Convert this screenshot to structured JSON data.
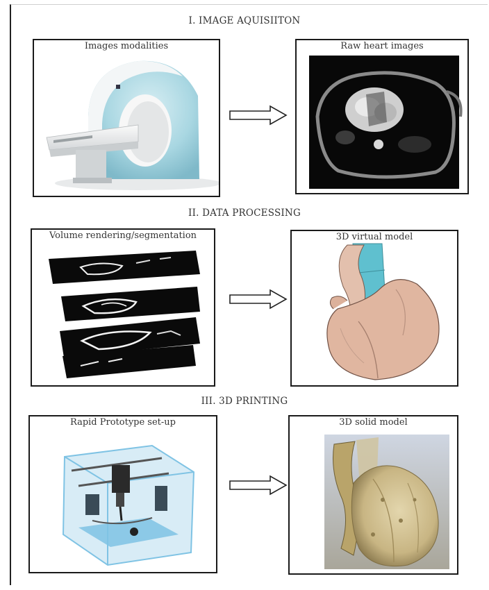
{
  "sections": [
    {
      "heading": "I. IMAGE AQUISIITON",
      "left_title": "Images modalities",
      "left_image": "mri-scanner-photo",
      "right_title": "Raw heart images",
      "right_image": "cardiac-mri-slice"
    },
    {
      "heading": "II. DATA PROCESSING",
      "left_title": "Volume rendering/segmentation",
      "left_image": "stacked-segmentation-slices",
      "right_title": "3D virtual model",
      "right_image": "rendered-heart-model"
    },
    {
      "heading": "III. 3D PRINTING",
      "left_title": "Rapid Prototype set-up",
      "left_image": "3d-printer-photo",
      "right_title": "3D solid model",
      "right_image": "printed-heart-model-photo"
    }
  ],
  "arrow_icon": "right-arrow-icon",
  "colors": {
    "border": "#1a1a1a",
    "scanner_teal": "#a9d7e2",
    "heart_skin": "#e0b6a0",
    "vessel_cyan": "#5fc0cf",
    "printer_blue": "#7fc3e4",
    "printed_gold": "#c8b583"
  }
}
